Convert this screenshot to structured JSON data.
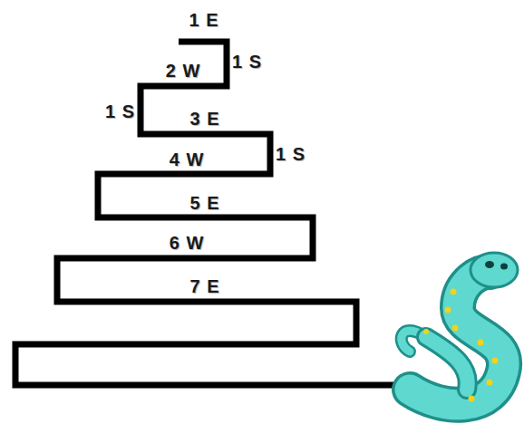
{
  "diagram": {
    "labels": [
      "1 E",
      "1 S",
      "2 W",
      "1 S",
      "3 E",
      "1 S",
      "4 W",
      "5 E",
      "6 W",
      "7 E"
    ]
  }
}
